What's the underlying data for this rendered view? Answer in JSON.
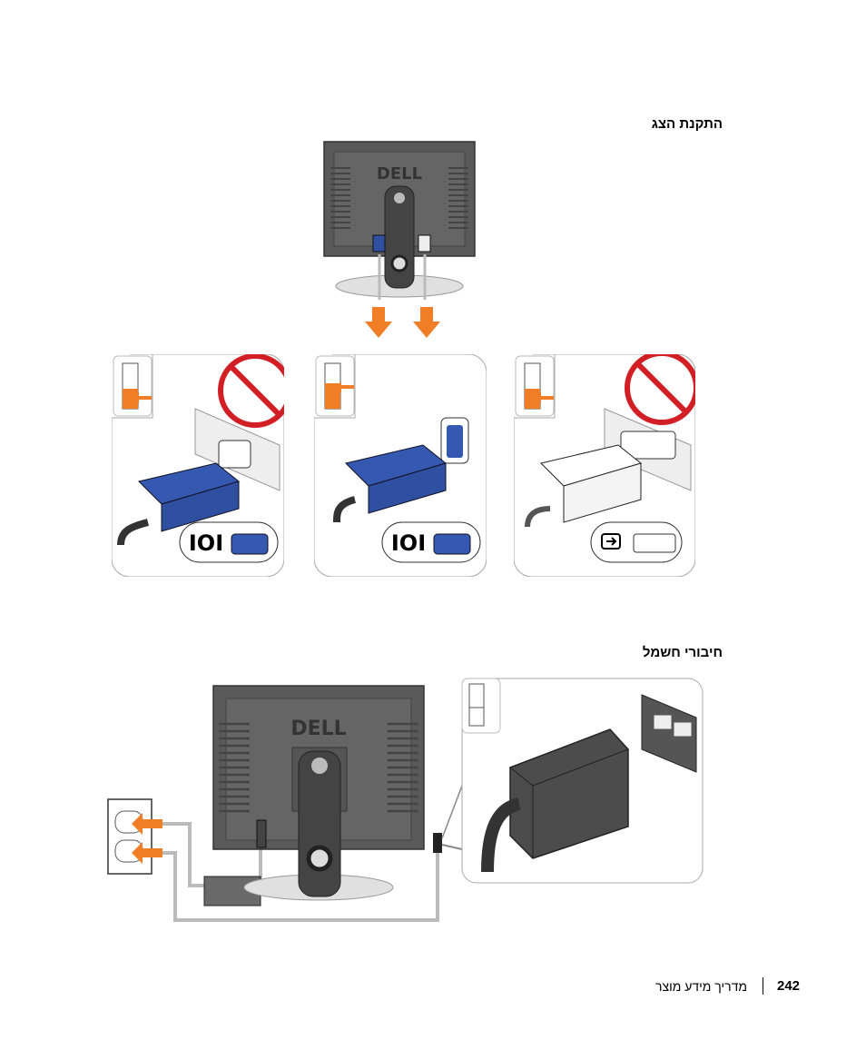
{
  "sections": {
    "display_heading": "התקנת הצג",
    "power_heading": "חיבורי חשמל"
  },
  "brand": {
    "logo_text": "DELL"
  },
  "port_icons": {
    "vga_symbol": "IOI",
    "dvi_symbol": "dvi-port-icon"
  },
  "footer": {
    "title": "מדריך מידע מוצר",
    "page_number": "242"
  },
  "colors": {
    "accent_orange": "#f07e26",
    "connector_blue": "#2f4fa0",
    "prohibited_red": "#d21f26",
    "monitor_gray": "#5b5b5b"
  }
}
